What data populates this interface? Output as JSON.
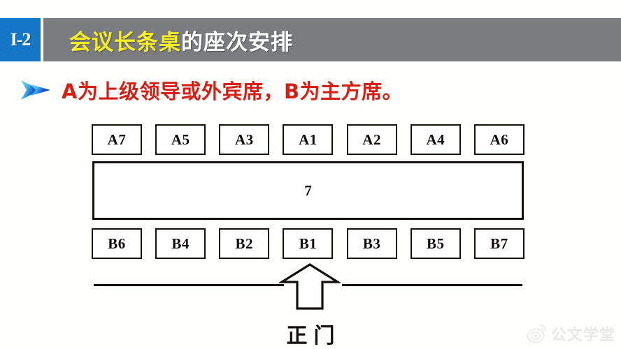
{
  "slide": {
    "background_color": "#fffffe",
    "header": {
      "badge_label": "I-2",
      "badge_color": "#1476c6",
      "bar_color": "#7b7c7f",
      "title_accent": "会议长条桌",
      "title_rest": "的座次安排",
      "accent_color": "#f6ee23"
    },
    "bullet": {
      "icon": "chevron-right-arrow-icon",
      "text": "A为上级领导或外宾席，B为主方席。",
      "text_color": "#d51f15"
    },
    "diagram": {
      "top_seats": [
        "A7",
        "A5",
        "A3",
        "A1",
        "A2",
        "A4",
        "A6"
      ],
      "bottom_seats": [
        "B6",
        "B4",
        "B2",
        "B1",
        "B3",
        "B5",
        "B7"
      ],
      "table_label": "7",
      "door_arrow_icon": "up-arrow-outline-icon",
      "door_label": "正门",
      "line_color": "#15100f"
    },
    "watermark": {
      "logo_icon": "weibo-logo-icon",
      "text": "公文学堂"
    }
  }
}
